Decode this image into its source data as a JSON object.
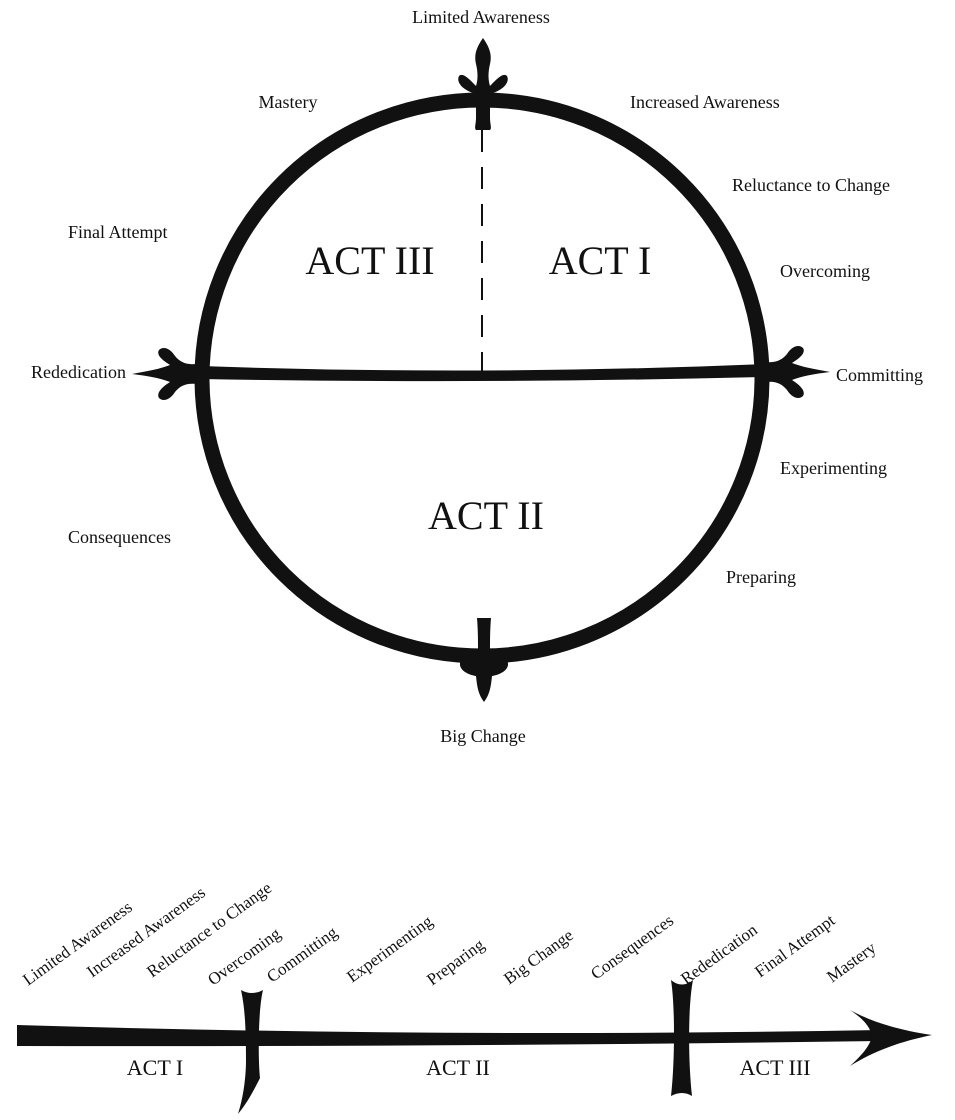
{
  "circle_diagram": {
    "top": "Limited Awareness",
    "stages": {
      "mastery": "Mastery",
      "increased_awareness": "Increased Awareness",
      "reluctance": "Reluctance to Change",
      "final_attempt": "Final Attempt",
      "overcoming": "Overcoming",
      "rededication": "Rededication",
      "committing": "Committing",
      "experimenting": "Experimenting",
      "consequences": "Consequences",
      "preparing": "Preparing",
      "big_change": "Big Change"
    },
    "acts": {
      "act1": "ACT I",
      "act2": "ACT II",
      "act3": "ACT III"
    }
  },
  "timeline_diagram": {
    "stages": [
      "Limited Awareness",
      "Increased Awareness",
      "Reluctance to Change",
      "Overcoming",
      "Committing",
      "Experimenting",
      "Preparing",
      "Big Change",
      "Consequences",
      "Rededication",
      "Final Attempt",
      "Mastery"
    ],
    "acts": [
      "ACT I",
      "ACT II",
      "ACT III"
    ]
  }
}
